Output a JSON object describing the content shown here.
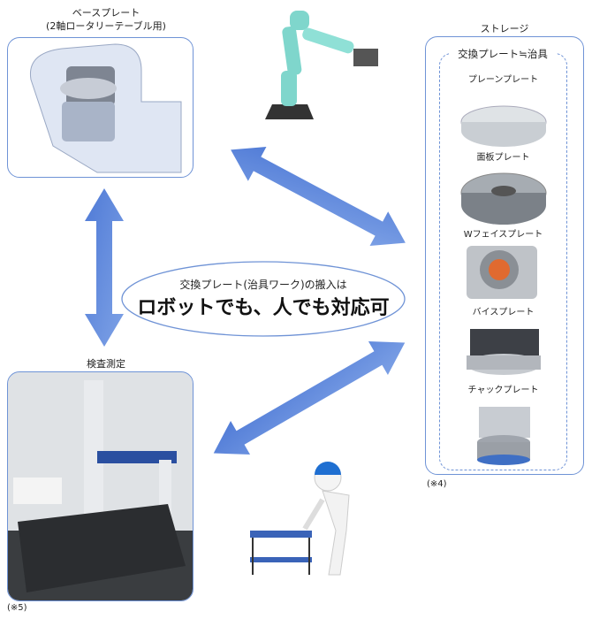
{
  "base_plate": {
    "title": "ベースプレート",
    "subtitle": "(2軸ロータリーテーブル用)"
  },
  "storage": {
    "title": "ストレージ",
    "group_label": "交換プレート≒治具",
    "items": [
      {
        "label": "プレーンプレート"
      },
      {
        "label": "面板プレート"
      },
      {
        "label": "Wフェイスプレート"
      },
      {
        "label": "バイスプレート"
      },
      {
        "label": "チャックプレート"
      }
    ],
    "note": "(※4)"
  },
  "center": {
    "line1": "交換プレート(治具ワーク)の搬入は",
    "line2": "ロボットでも、人でも対応可"
  },
  "inspection": {
    "title": "検査測定",
    "note": "(※5)"
  },
  "colors": {
    "arrow": "#5b83d8",
    "border": "#6f93d6"
  }
}
